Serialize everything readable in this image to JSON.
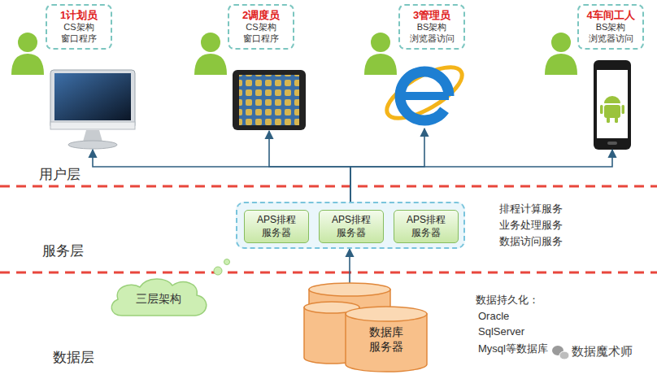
{
  "diagram": {
    "nodes": [
      {
        "text": [
          "1计划员",
          "CS架构 窗口程序"
        ]
      },
      {
        "text": [
          "2调度员",
          "CS架构 窗口程序"
        ]
      },
      {
        "text": [
          "3管理员",
          "BS架构 浏览器访问"
        ]
      },
      {
        "text": [
          "4车间工人",
          "BS架构 浏览器访问"
        ]
      },
      {
        "text": []
      },
      {
        "text": [
          "APS排程 服务器"
        ],
        "in": 4
      },
      {
        "text": [
          "APS排程 服务器"
        ],
        "in": 4
      },
      {
        "text": [
          "APS排程 服务器"
        ],
        "in": 4
      },
      {
        "text": [
          "三层架构"
        ]
      },
      {
        "text": [
          "数据库 服务器"
        ]
      }
    ],
    "edges": [
      {
        "from": 4,
        "to": 0,
        "arrow": "to"
      },
      {
        "from": 4,
        "to": 1,
        "arrow": "to"
      },
      {
        "from": 4,
        "to": 2,
        "arrow": "to"
      },
      {
        "from": 4,
        "to": 3,
        "arrow": "to"
      },
      {
        "from": 9,
        "to": 4,
        "arrow": "to"
      }
    ],
    "labels": [
      "用户层",
      "服务层",
      "数据层",
      "排程计算服务",
      "业务处理服务",
      "数据访问服务",
      "数据持久化：",
      "Oracle",
      "SqlServer",
      "Mysql等数据库",
      "数据魔术师"
    ]
  }
}
